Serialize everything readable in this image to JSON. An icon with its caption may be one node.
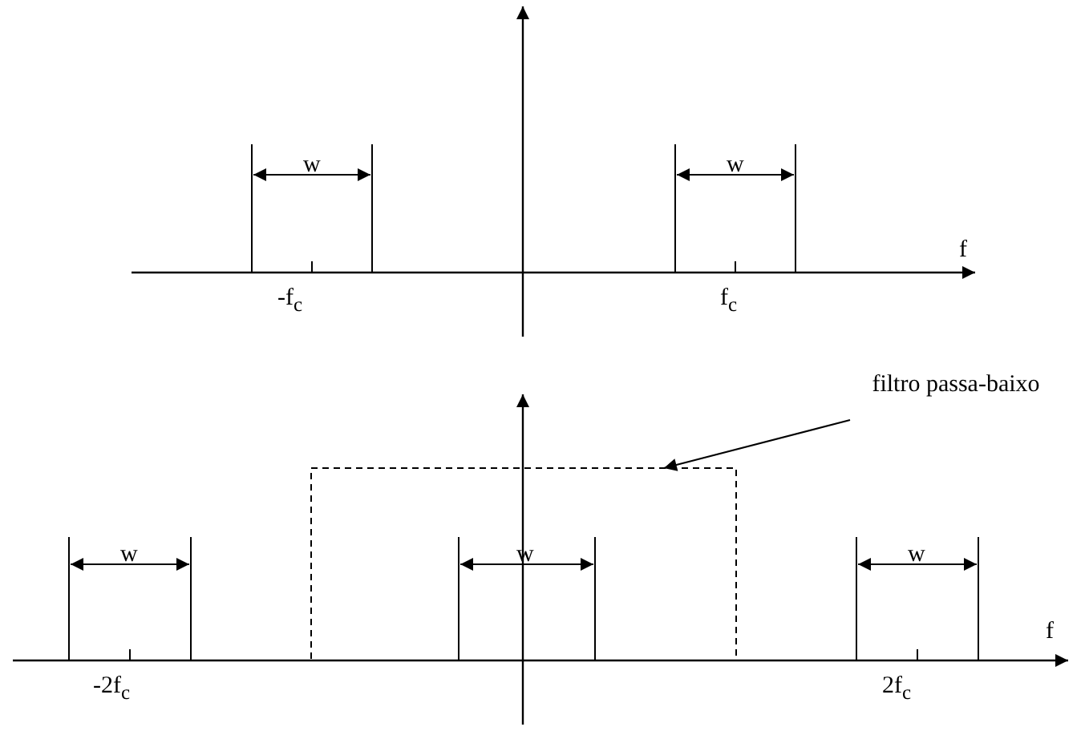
{
  "diagram": {
    "nodes": [
      {
        "text": [
          "filtro passa-baixo"
        ]
      },
      {
        "text": [],
        "shape": "box"
      }
    ],
    "edges": [
      {
        "from": 0,
        "to": 1,
        "arrow": "to"
      }
    ],
    "labels": [
      "w",
      "w",
      "f",
      "-f$_{c}$",
      "f$_{c}$",
      "w",
      "w",
      "w",
      "f",
      "-2f$_{c}$",
      "2f$_{c}$"
    ]
  }
}
